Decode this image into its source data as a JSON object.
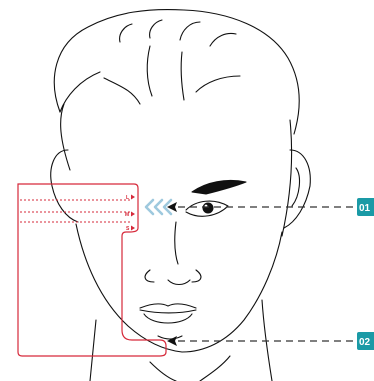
{
  "colors": {
    "outline": "#111111",
    "measure_frame": "#d6293a",
    "callout_badge": "#1a9aa6",
    "callout_text": "#ffffff",
    "leader_line": "#333333",
    "chevrons": "#9ec9de"
  },
  "size_markers": [
    {
      "label": "L"
    },
    {
      "label": "M"
    },
    {
      "label": "S"
    }
  ],
  "callouts": [
    {
      "label": "01"
    },
    {
      "label": "02"
    }
  ],
  "icons": {
    "chevrons": "double-chevron-left-icon",
    "arrowhead": "arrowhead-left-icon"
  }
}
